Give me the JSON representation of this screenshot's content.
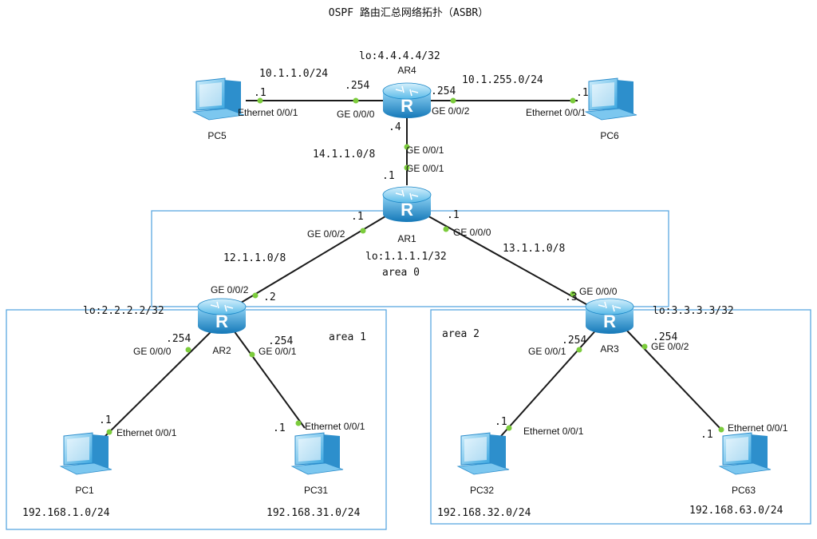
{
  "title": "OSPF 路由汇总网络拓扑（ASBR）",
  "colors": {
    "area_border": "#5aa7e0",
    "router": "#1e9ad6",
    "port": "#7ccc3c",
    "pc": "#4fb3e6"
  },
  "routers": {
    "ar4": {
      "name": "AR4",
      "loopback": "lo:4.4.4.4/32"
    },
    "ar1": {
      "name": "AR1",
      "loopback": "lo:1.1.1.1/32"
    },
    "ar2": {
      "name": "AR2",
      "loopback": "lo:2.2.2.2/32"
    },
    "ar3": {
      "name": "AR3",
      "loopback": "lo:3.3.3.3/32"
    }
  },
  "pcs": {
    "pc5": "PC5",
    "pc6": "PC6",
    "pc1": "PC1",
    "pc31": "PC31",
    "pc32": "PC32",
    "pc63": "PC63"
  },
  "areas": {
    "a0": "area 0",
    "a1": "area 1",
    "a2": "area 2"
  },
  "networks": {
    "n_pc5": "10.1.1.0/24",
    "n_pc6": "10.1.255.0/24",
    "n_ar4_ar1": "14.1.1.0/8",
    "n_ar1_ar2": "12.1.1.0/8",
    "n_ar1_ar3": "13.1.1.0/8",
    "n_pc1": "192.168.1.0/24",
    "n_pc31": "192.168.31.0/24",
    "n_pc32": "192.168.32.0/24",
    "n_pc63": "192.168.63.0/24"
  },
  "ports": {
    "ar4_g000": "GE 0/0/0",
    "ar4_g002": "GE 0/0/2",
    "ar4_g001": "GE 0/0/1",
    "ar1_g001": "GE 0/0/1",
    "ar1_g002": "GE 0/0/2",
    "ar1_g000": "GE 0/0/0",
    "ar2_g002": "GE 0/0/2",
    "ar2_g000": "GE 0/0/0",
    "ar2_g001": "GE 0/0/1",
    "ar3_g000": "GE 0/0/0",
    "ar3_g001": "GE 0/0/1",
    "ar3_g002": "GE 0/0/2",
    "pc5_eth": "Ethernet 0/0/1",
    "pc6_eth": "Ethernet 0/0/1",
    "pc1_eth": "Ethernet 0/0/1",
    "pc31_eth": "Ethernet 0/0/1",
    "pc32_eth": "Ethernet 0/0/1",
    "pc63_eth": "Ethernet 0/0/1"
  },
  "hosts": {
    "pc5": ".1",
    "ar4_left": ".254",
    "ar4_right": ".254",
    "pc6": ".1",
    "ar4_down": ".4",
    "ar1_up": ".1",
    "ar1_left": ".1",
    "ar1_right": ".1",
    "ar2_up": ".2",
    "ar3_up": ".3",
    "ar2_left": ".254",
    "ar2_right": ".254",
    "pc1": ".1",
    "pc31": ".1",
    "ar3_left": ".254",
    "ar3_right": ".254",
    "pc32": ".1",
    "pc63": ".1"
  }
}
